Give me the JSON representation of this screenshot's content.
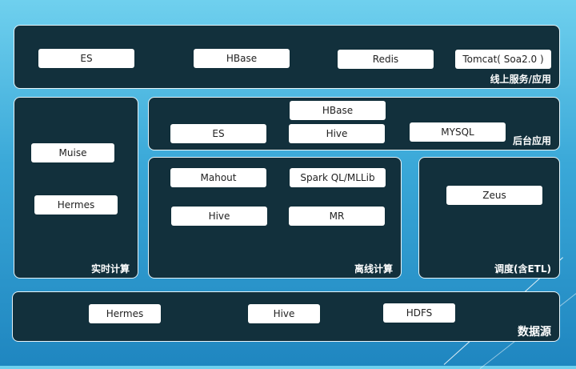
{
  "online": {
    "title": "线上服务/应用",
    "items": [
      "ES",
      "HBase",
      "Redis",
      "Tomcat( Soa2.0 )"
    ]
  },
  "backend": {
    "title": "后台应用",
    "items": [
      "HBase",
      "ES",
      "Hive",
      "MYSQL"
    ]
  },
  "realtime": {
    "title": "实时计算",
    "items": [
      "Muise",
      "Hermes"
    ]
  },
  "offline": {
    "title": "离线计算",
    "items": [
      "Mahout",
      "Spark QL/MLLib",
      "Hive",
      "MR"
    ]
  },
  "schedule": {
    "title": "调度(含ETL)",
    "items": [
      "Zeus"
    ]
  },
  "datasource": {
    "title": "数据源",
    "items": [
      "Hermes",
      "Hive",
      "HDFS"
    ]
  }
}
